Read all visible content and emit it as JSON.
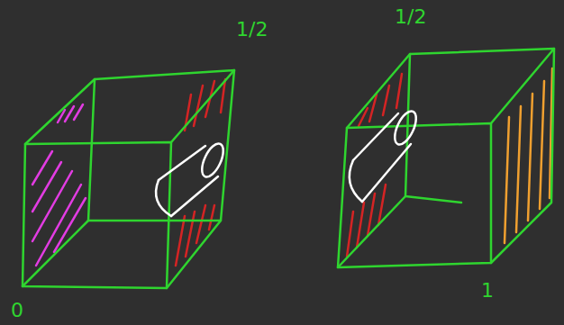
{
  "diagram": {
    "labels": [
      "1/2",
      "0",
      "1/2",
      "1"
    ]
  }
}
